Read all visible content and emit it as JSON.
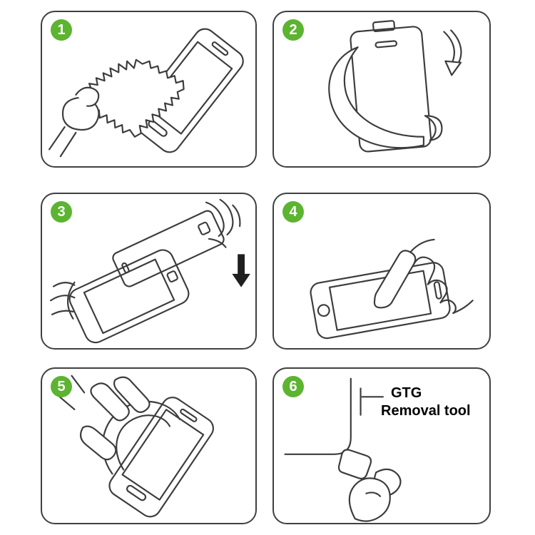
{
  "colors": {
    "step_badge": "#5cb431",
    "line": "#3c3c3c",
    "background": "#ffffff"
  },
  "steps": [
    {
      "number": "1",
      "icon": "wipe-screen-with-cloth-icon"
    },
    {
      "number": "2",
      "icon": "peel-backing-film-icon"
    },
    {
      "number": "3",
      "icon": "align-glass-over-phone-icon"
    },
    {
      "number": "4",
      "icon": "press-screen-center-icon"
    },
    {
      "number": "5",
      "icon": "smooth-film-on-screen-icon"
    },
    {
      "number": "6",
      "icon": "corner-removal-tool-icon",
      "label_line1": "GTG",
      "label_line2": "Removal tool"
    }
  ]
}
